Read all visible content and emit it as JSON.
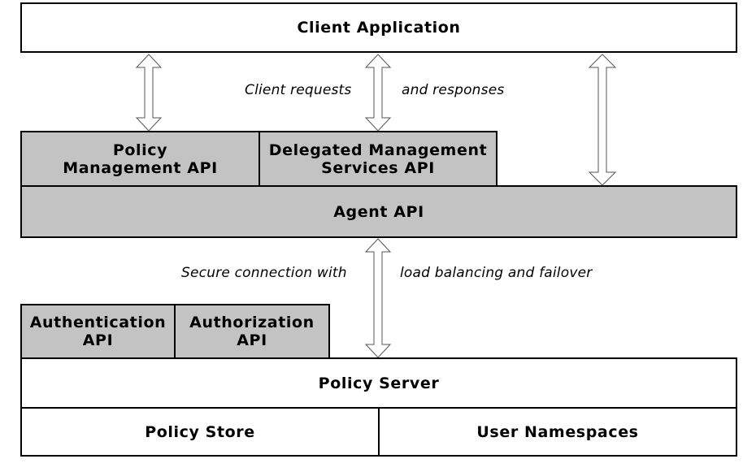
{
  "boxes": {
    "client_application": "Client Application",
    "policy_management_api": "Policy\nManagement API",
    "delegated_management_services_api": "Delegated Management\nServices API",
    "agent_api": "Agent API",
    "authentication_api": "Authentication\nAPI",
    "authorization_api": "Authorization\nAPI",
    "policy_server": "Policy Server",
    "policy_store": "Policy Store",
    "user_namespaces": "User Namespaces"
  },
  "captions": {
    "client_requests": "Client requests",
    "and_responses": "and responses",
    "secure_connection": "Secure connection with",
    "load_balancing": "load balancing and failover"
  },
  "colors": {
    "api_fill": "#c3c3c3",
    "box_fill": "#ffffff",
    "stroke": "#000000"
  }
}
